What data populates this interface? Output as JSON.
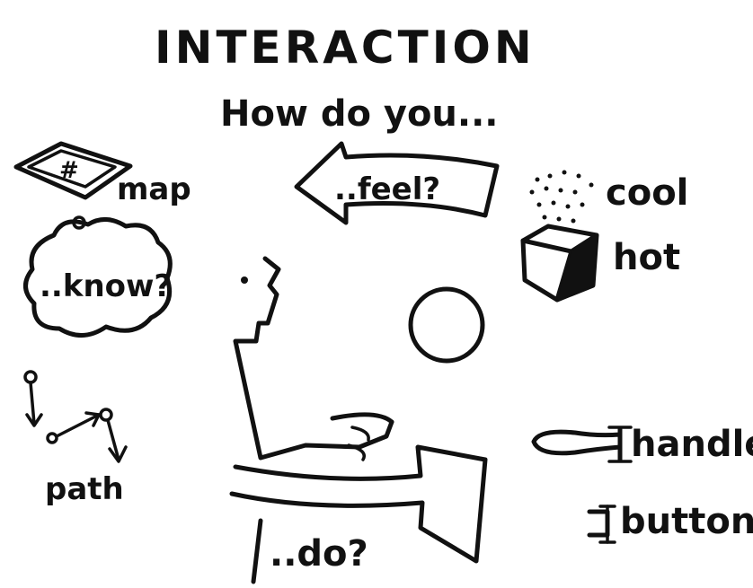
{
  "title": "INTERACTION",
  "subtitle": "How do you...",
  "feel": "..feel?",
  "know": "..know?",
  "do": "..do?",
  "map": "map",
  "path": "path",
  "cool": "cool",
  "hot": "hot",
  "handle": "handle",
  "button": "button",
  "map_glyph": "#"
}
